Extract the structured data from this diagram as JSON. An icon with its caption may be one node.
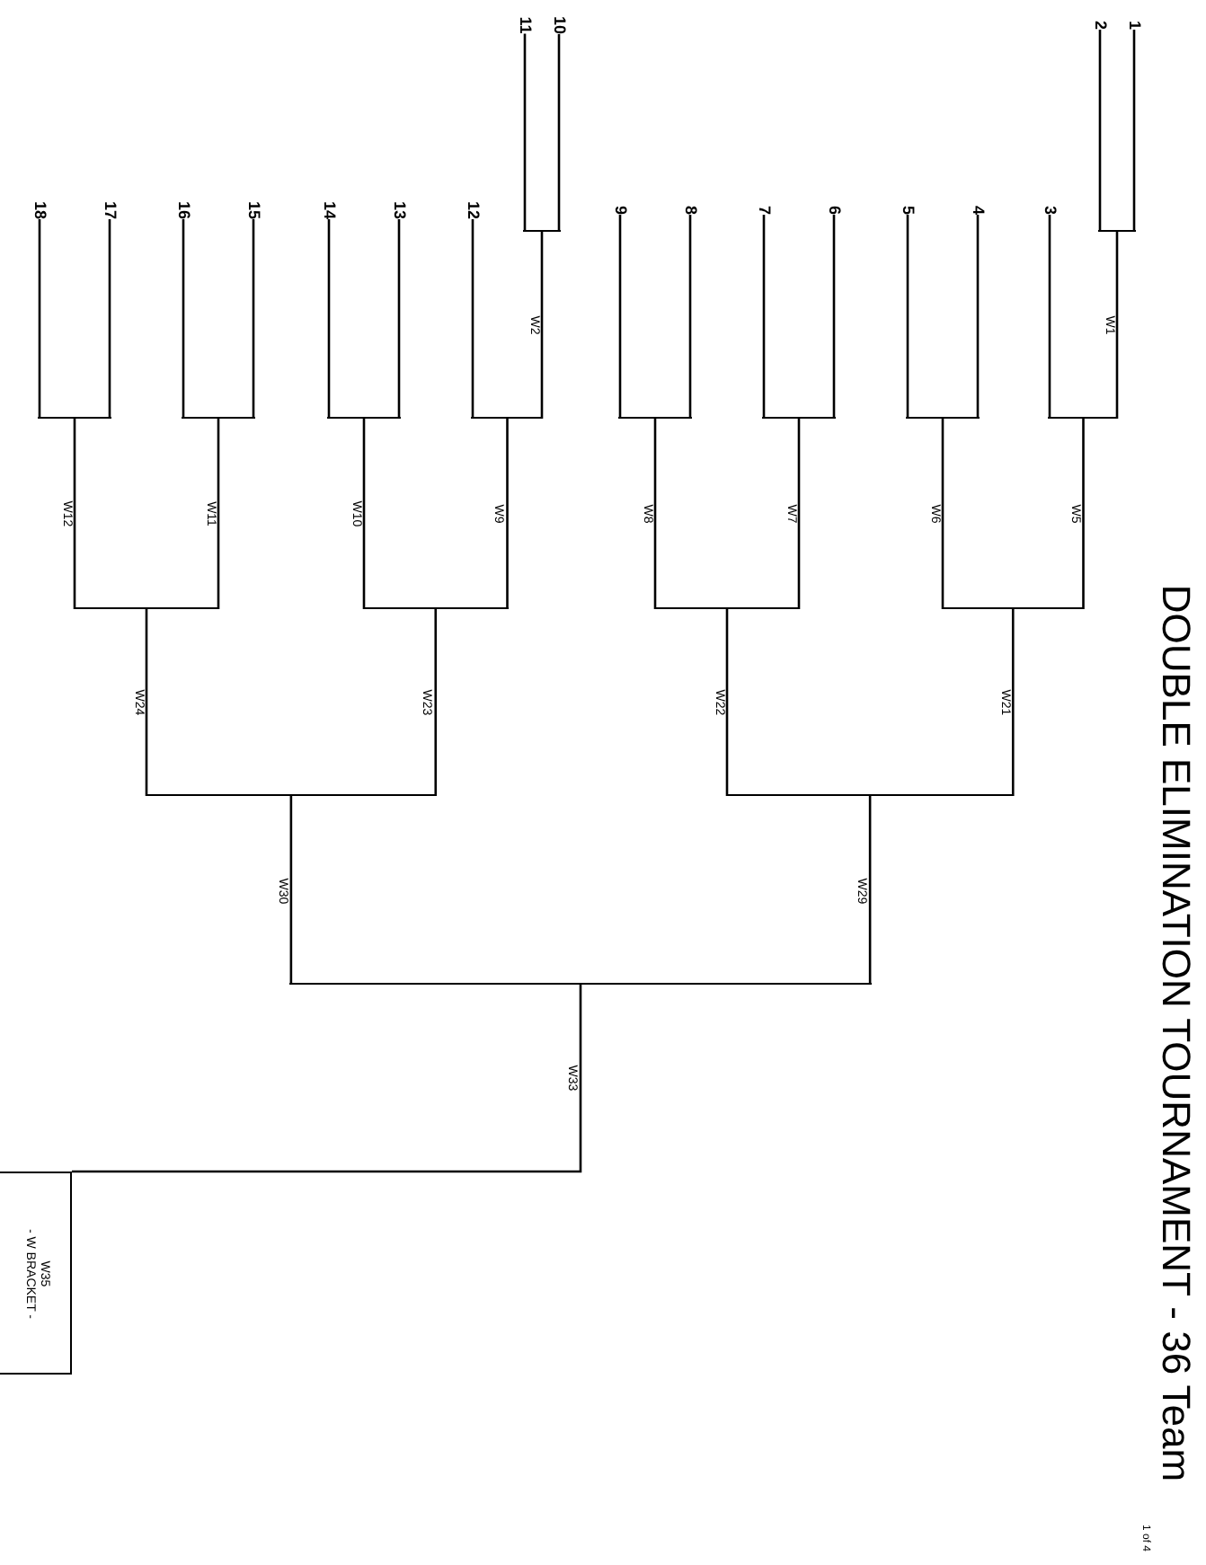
{
  "diagram": {
    "title": "DOUBLE ELIMINATION TOURNAMENT - 36 Team",
    "nodes": [
      {
        "text": [
          "1"
        ]
      },
      {
        "text": [
          "2"
        ]
      },
      {
        "text": [
          "3"
        ]
      },
      {
        "text": [
          "4"
        ]
      },
      {
        "text": [
          "5"
        ]
      },
      {
        "text": [
          "6"
        ]
      },
      {
        "text": [
          "7"
        ]
      },
      {
        "text": [
          "8"
        ]
      },
      {
        "text": [
          "9"
        ]
      },
      {
        "text": [
          "10"
        ]
      },
      {
        "text": [
          "11"
        ]
      },
      {
        "text": [
          "12"
        ]
      },
      {
        "text": [
          "13"
        ]
      },
      {
        "text": [
          "14"
        ]
      },
      {
        "text": [
          "15"
        ]
      },
      {
        "text": [
          "16"
        ]
      },
      {
        "text": [
          "17"
        ]
      },
      {
        "text": [
          "18"
        ]
      },
      {
        "text": [],
        "shape": "bar"
      },
      {
        "text": [],
        "shape": "bar"
      },
      {
        "text": [],
        "shape": "bar"
      },
      {
        "text": [],
        "shape": "bar"
      },
      {
        "text": [],
        "shape": "bar"
      },
      {
        "text": [],
        "shape": "bar"
      },
      {
        "text": [],
        "shape": "bar"
      },
      {
        "text": [],
        "shape": "bar"
      },
      {
        "text": [],
        "shape": "bar"
      },
      {
        "text": [],
        "shape": "bar"
      },
      {
        "text": [],
        "shape": "bar"
      },
      {
        "text": [],
        "shape": "bar"
      },
      {
        "text": [],
        "shape": "bar"
      },
      {
        "text": [],
        "shape": "bar"
      },
      {
        "text": [],
        "shape": "bar"
      },
      {
        "text": [],
        "shape": "bar"
      },
      {
        "text": [],
        "shape": "bar"
      },
      {
        "text": [
          "W35",
          "- W BRACKET -"
        ]
      }
    ],
    "edges": [
      {
        "from": 0,
        "to": 18,
        "arrow": "none"
      },
      {
        "from": 1,
        "to": 18,
        "arrow": "none"
      },
      {
        "from": 9,
        "to": 19,
        "arrow": "none"
      },
      {
        "from": 10,
        "to": 19,
        "arrow": "none"
      },
      {
        "from": 2,
        "to": 20,
        "arrow": "none"
      },
      {
        "from": 3,
        "to": 21,
        "arrow": "none"
      },
      {
        "from": 4,
        "to": 21,
        "arrow": "none"
      },
      {
        "from": 5,
        "to": 22,
        "arrow": "none"
      },
      {
        "from": 6,
        "to": 22,
        "arrow": "none"
      },
      {
        "from": 7,
        "to": 23,
        "arrow": "none"
      },
      {
        "from": 8,
        "to": 23,
        "arrow": "none"
      },
      {
        "from": 11,
        "to": 24,
        "arrow": "none"
      },
      {
        "from": 12,
        "to": 25,
        "arrow": "none"
      },
      {
        "from": 13,
        "to": 25,
        "arrow": "none"
      },
      {
        "from": 14,
        "to": 26,
        "arrow": "none"
      },
      {
        "from": 15,
        "to": 26,
        "arrow": "none"
      },
      {
        "from": 16,
        "to": 27,
        "arrow": "none"
      },
      {
        "from": 17,
        "to": 27,
        "arrow": "none"
      },
      {
        "from": 18,
        "to": 20,
        "arrow": "none",
        "label": "W1"
      },
      {
        "from": 19,
        "to": 24,
        "arrow": "none",
        "label": "W2"
      },
      {
        "from": 20,
        "to": 28,
        "arrow": "none",
        "label": "W5"
      },
      {
        "from": 21,
        "to": 28,
        "arrow": "none",
        "label": "W6"
      },
      {
        "from": 22,
        "to": 29,
        "arrow": "none",
        "label": "W7"
      },
      {
        "from": 23,
        "to": 29,
        "arrow": "none",
        "label": "W8"
      },
      {
        "from": 24,
        "to": 30,
        "arrow": "none",
        "label": "W9"
      },
      {
        "from": 25,
        "to": 30,
        "arrow": "none",
        "label": "W10"
      },
      {
        "from": 26,
        "to": 31,
        "arrow": "none",
        "label": "W11"
      },
      {
        "from": 27,
        "to": 31,
        "arrow": "none",
        "label": "W12"
      },
      {
        "from": 28,
        "to": 32,
        "arrow": "none",
        "label": "W21"
      },
      {
        "from": 29,
        "to": 32,
        "arrow": "none",
        "label": "W22"
      },
      {
        "from": 30,
        "to": 33,
        "arrow": "none",
        "label": "W23"
      },
      {
        "from": 31,
        "to": 33,
        "arrow": "none",
        "label": "W24"
      },
      {
        "from": 32,
        "to": 34,
        "arrow": "none",
        "label": "W29"
      },
      {
        "from": 33,
        "to": 34,
        "arrow": "none",
        "label": "W30"
      },
      {
        "from": 34,
        "to": 35,
        "arrow": "none",
        "label": "W33"
      }
    ],
    "labels": [
      "1 of 4"
    ]
  }
}
